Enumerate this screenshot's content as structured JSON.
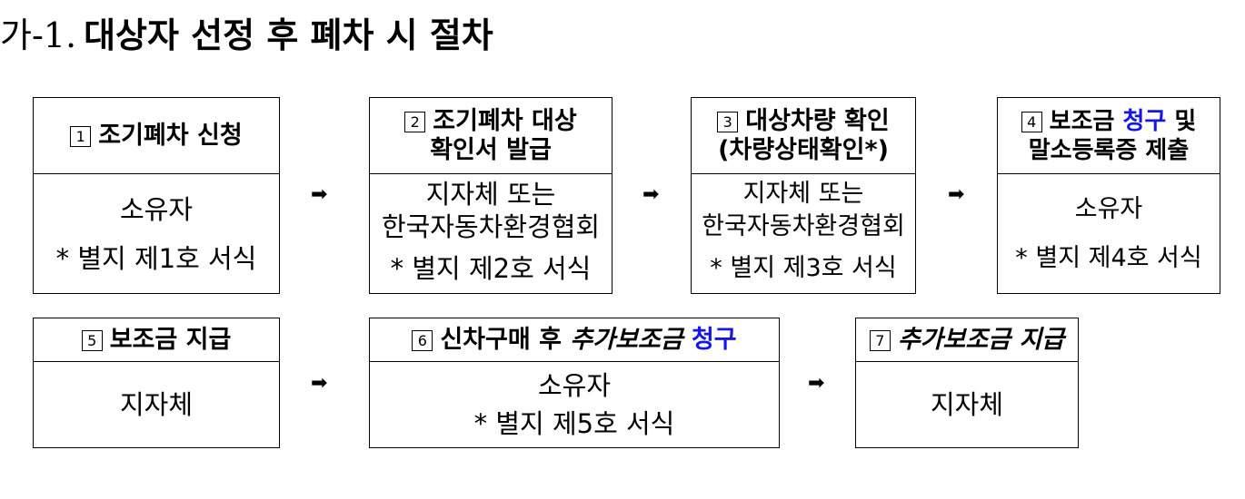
{
  "title": {
    "number": "가-1.",
    "text": "대상자 선정 후 폐차 시 절차"
  },
  "arrow_glyph": "➡",
  "steps": [
    {
      "num": "1",
      "head": [
        "조기폐차 신청"
      ],
      "body": [
        "소유자"
      ],
      "note": "* 별지 제1호 서식"
    },
    {
      "num": "2",
      "head": [
        "조기폐차 대상",
        "확인서 발급"
      ],
      "body": [
        "지자체 또는",
        "한국자동차환경협회"
      ],
      "note": "* 별지 제2호 서식"
    },
    {
      "num": "3",
      "head": [
        "대상차량 확인",
        "(차량상태확인*)"
      ],
      "body": [
        "지자체 또는",
        "한국자동차환경협회"
      ],
      "note": "* 별지 제3호 서식"
    },
    {
      "num": "4",
      "head_pre": "보조금 ",
      "head_hl": "청구",
      "head_post": " 및",
      "head_line2": "말소등록증 제출",
      "body": [
        "소유자"
      ],
      "note": "* 별지 제4호 서식"
    },
    {
      "num": "5",
      "head": [
        "보조금 지급"
      ],
      "body": [
        "지자체"
      ],
      "note": ""
    },
    {
      "num": "6",
      "head_pre": "신차구매 후 ",
      "head_italic": "추가보조금",
      "head_hl": " 청구",
      "body": [
        "소유자"
      ],
      "note": "* 별지 제5호 서식"
    },
    {
      "num": "7",
      "head_italic": "추가보조금 지급",
      "body": [
        "지자체"
      ],
      "note": ""
    }
  ]
}
